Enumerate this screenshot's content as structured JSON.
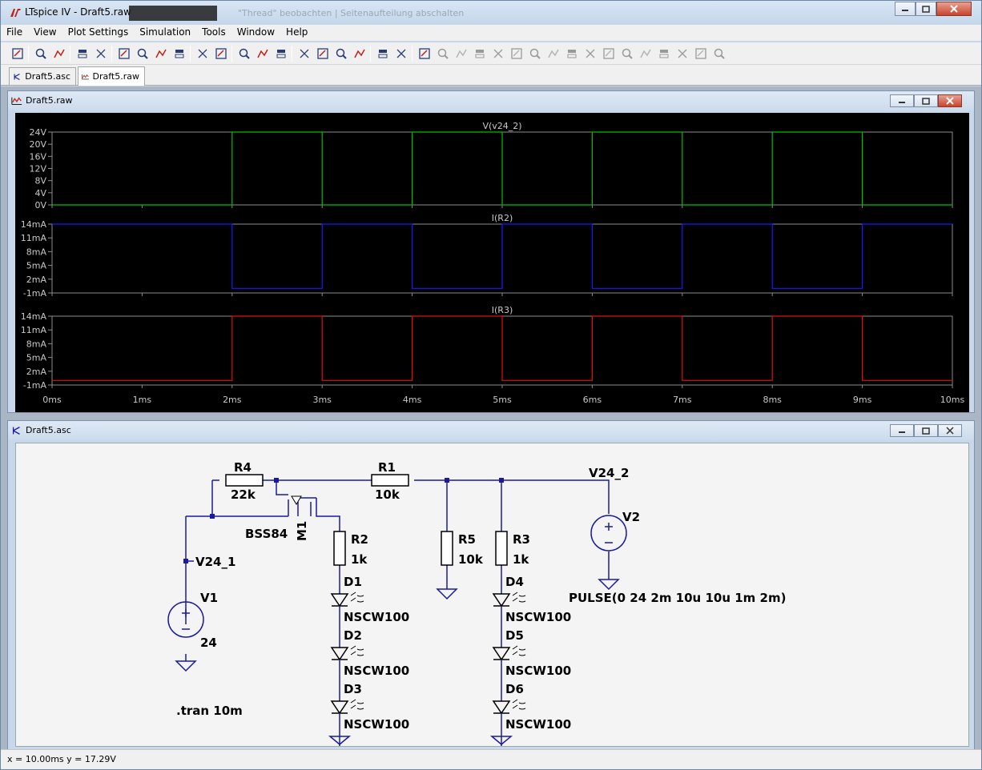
{
  "window": {
    "title": "LTspice IV - Draft5.raw",
    "ghost_title": "\"Thread\" beobachten  |  Seitenaufteilung abschalten"
  },
  "menu": [
    "File",
    "View",
    "Plot Settings",
    "Simulation",
    "Tools",
    "Window",
    "Help"
  ],
  "toolbar": {
    "buttons": [
      "new-schematic",
      "open",
      "save",
      "control-panel",
      "run",
      "halt",
      "zoom-area",
      "zoom-in",
      "zoom-out",
      "zoom-fit",
      "autorange",
      "mark-unmark",
      "tile-horizontal",
      "cascade",
      "tile-vertical",
      "cut",
      "copy",
      "paste",
      "find",
      "print-preview",
      "print",
      "wire",
      "ground",
      "label-net",
      "component",
      "capacitor",
      "resistor",
      "inductor",
      "diode",
      "drag",
      "move",
      "undo",
      "redo",
      "rotate",
      "mirror",
      "text",
      "spice-directive"
    ]
  },
  "tabs": [
    {
      "label": "Draft5.asc",
      "active": false
    },
    {
      "label": "Draft5.raw",
      "active": true
    }
  ],
  "plot_window": {
    "title": "Draft5.raw"
  },
  "chart_data": [
    {
      "type": "line",
      "title": "V(v24_2)",
      "color": "#00c000",
      "x": [
        0,
        2,
        2,
        3,
        3,
        4,
        4,
        5,
        5,
        6,
        6,
        7,
        7,
        8,
        8,
        9,
        9,
        10
      ],
      "values": [
        0,
        0,
        24,
        24,
        0,
        0,
        24,
        24,
        0,
        0,
        24,
        24,
        0,
        0,
        24,
        24,
        0,
        0
      ],
      "yticks": [
        "24V",
        "20V",
        "16V",
        "12V",
        "8V",
        "4V",
        "0V"
      ],
      "ylim": [
        0,
        24
      ]
    },
    {
      "type": "line",
      "title": "I(R2)",
      "color": "#1a1aff",
      "x": [
        0,
        2,
        2,
        3,
        3,
        4,
        4,
        5,
        5,
        6,
        6,
        7,
        7,
        8,
        8,
        9,
        9,
        10
      ],
      "values": [
        14,
        14,
        0,
        0,
        14,
        14,
        0,
        0,
        14,
        14,
        0,
        0,
        14,
        14,
        0,
        0,
        14,
        14
      ],
      "yticks": [
        "14mA",
        "11mA",
        "8mA",
        "5mA",
        "2mA",
        "-1mA"
      ],
      "ylim": [
        -1,
        14
      ]
    },
    {
      "type": "line",
      "title": "I(R3)",
      "color": "#e01010",
      "x": [
        0,
        2,
        2,
        3,
        3,
        4,
        4,
        5,
        5,
        6,
        6,
        7,
        7,
        8,
        8,
        9,
        9,
        10
      ],
      "values": [
        0,
        0,
        14,
        14,
        0,
        0,
        14,
        14,
        0,
        0,
        14,
        14,
        0,
        0,
        14,
        14,
        0,
        0
      ],
      "yticks": [
        "14mA",
        "11mA",
        "8mA",
        "5mA",
        "2mA",
        "-1mA"
      ],
      "ylim": [
        -1,
        14
      ]
    }
  ],
  "x_axis": {
    "ticks": [
      "0ms",
      "1ms",
      "2ms",
      "3ms",
      "4ms",
      "5ms",
      "6ms",
      "7ms",
      "8ms",
      "9ms",
      "10ms"
    ],
    "xlim": [
      0,
      10
    ]
  },
  "schematic_window": {
    "title": "Draft5.asc",
    "labels": {
      "r4_name": "R4",
      "r4_value": "22k",
      "r1_name": "R1",
      "r1_value": "10k",
      "m1_name": "M1",
      "m1_model": "BSS84",
      "r2_name": "R2",
      "r2_value": "1k",
      "r5_name": "R5",
      "r5_value": "10k",
      "r3_name": "R3",
      "r3_value": "1k",
      "net_v24_2": "V24_2",
      "net_v24_1": "V24_1",
      "v2_name": "V2",
      "v2_value": "PULSE(0 24 2m 10u 10u 1m 2m)",
      "v1_name": "V1",
      "v1_value": "24",
      "d1": "D1",
      "d2": "D2",
      "d3": "D3",
      "d4": "D4",
      "d5": "D5",
      "d6": "D6",
      "diode_model": "NSCW100",
      "directive": ".tran 10m"
    }
  },
  "status": {
    "text": "x = 10.00ms    y = 17.29V"
  },
  "colors": {
    "wire": "#1a1aa0",
    "grid": "#8c8c8c"
  }
}
